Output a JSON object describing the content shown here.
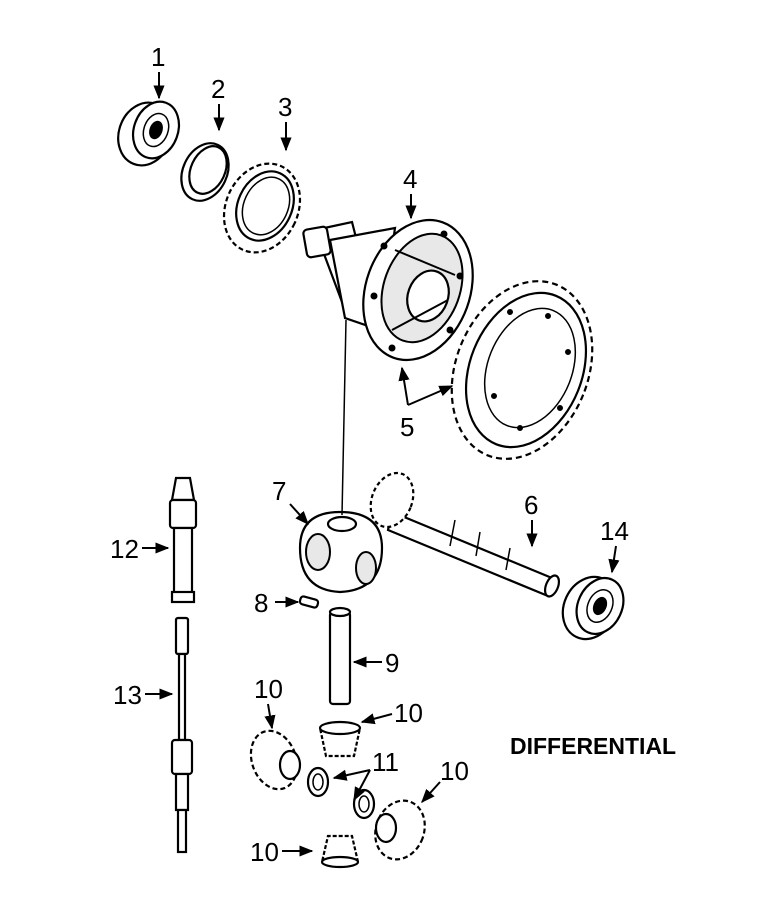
{
  "diagram": {
    "title": "DIFFERENTIAL",
    "callouts": {
      "c1": "1",
      "c2": "2",
      "c3": "3",
      "c4": "4",
      "c5": "5",
      "c6": "6",
      "c7": "7",
      "c8": "8",
      "c9": "9",
      "c10a": "10",
      "c10b": "10",
      "c10c": "10",
      "c10d": "10",
      "c11": "11",
      "c12": "12",
      "c13": "13",
      "c14": "14"
    }
  }
}
